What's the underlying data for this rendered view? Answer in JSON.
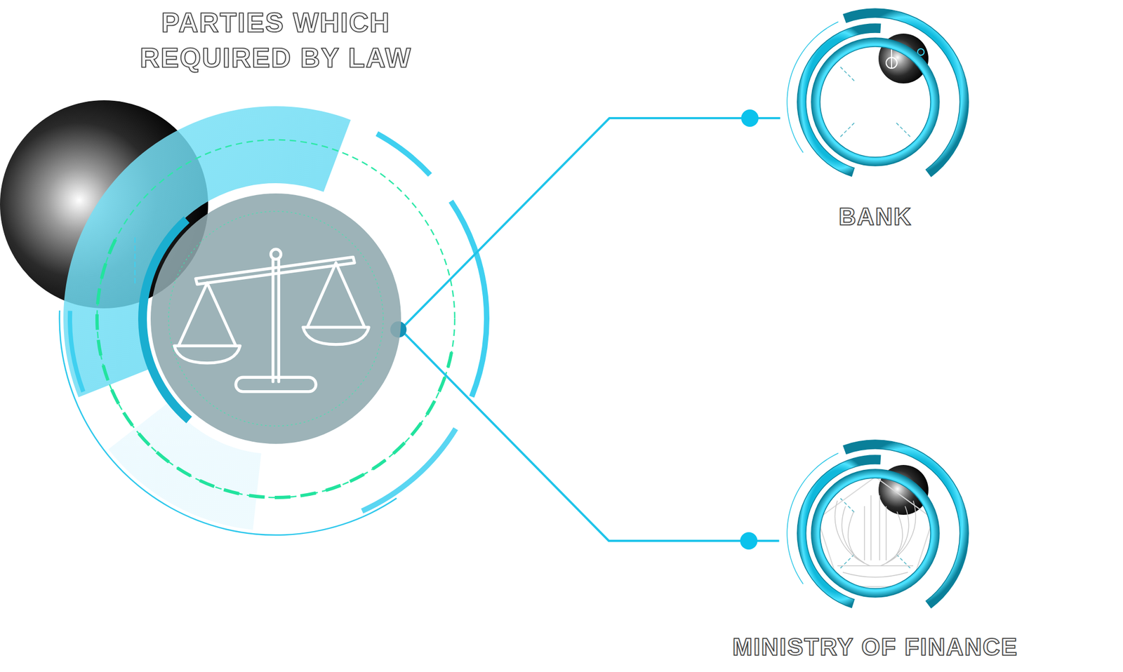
{
  "diagram": {
    "nodes": [
      {
        "text": [
          "PARTIES WHICH REQUIRED BY LAW"
        ]
      },
      {
        "text": [
          "BANK"
        ]
      },
      {
        "text": [
          "MINISTRY OF FINANCE"
        ]
      }
    ],
    "edges": [
      {
        "from": 0,
        "to": 1,
        "arrow": "none"
      },
      {
        "from": 0,
        "to": 2,
        "arrow": "none"
      }
    ]
  }
}
